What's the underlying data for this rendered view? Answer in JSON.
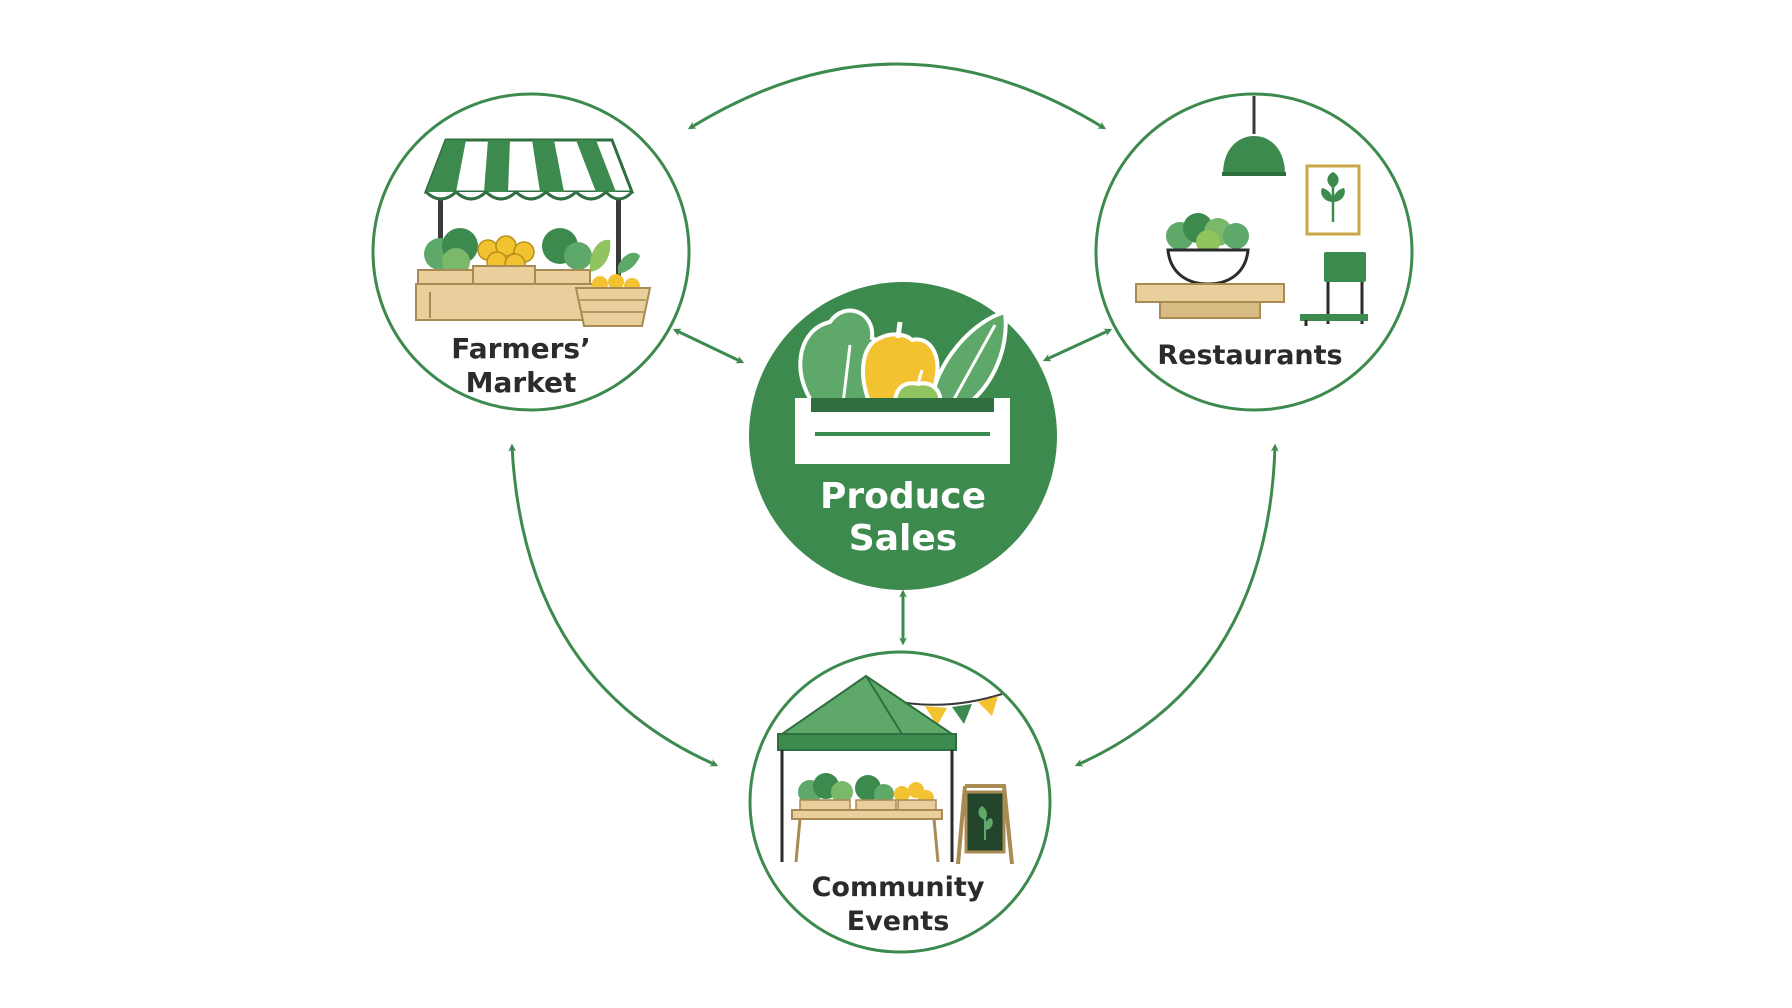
{
  "nodes": {
    "center": {
      "line1": "Produce",
      "line2": "Sales",
      "icon": "produce-crate-icon"
    },
    "farmers_market": {
      "line1": "Farmers’",
      "line2": "Market",
      "icon": "market-stall-icon"
    },
    "restaurants": {
      "line1": "Restaurants",
      "icon": "restaurant-table-icon"
    },
    "community_events": {
      "line1": "Community",
      "line2": "Events",
      "icon": "event-tent-icon"
    }
  },
  "colors": {
    "primary": "#3d8a4f",
    "dark_green": "#2f6f3f",
    "yellow": "#f2c230",
    "wood": "#e8cf9c",
    "text": "#2b2b2b"
  }
}
